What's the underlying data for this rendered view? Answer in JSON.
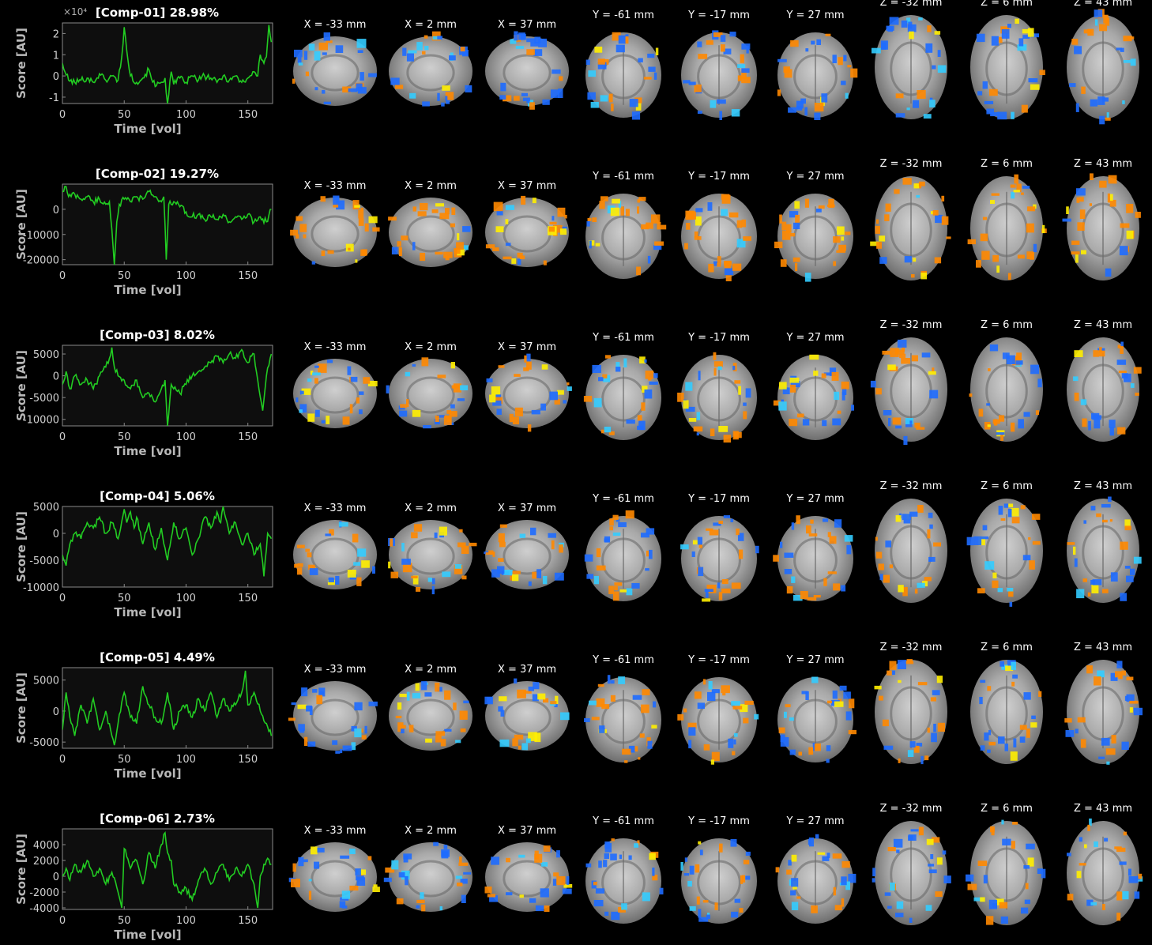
{
  "figure": {
    "xlabel": "Time [vol]",
    "ylabel": "Score [AU]",
    "xticks": [
      "0",
      "50",
      "100",
      "150"
    ],
    "line_color": "#22cc22",
    "sagittal_labels": [
      "X = -33 mm",
      "X = 2 mm",
      "X = 37 mm"
    ],
    "coronal_labels": [
      "Y = -61 mm",
      "Y = -17 mm",
      "Y = 27 mm"
    ],
    "axial_labels": [
      "Z = -32 mm",
      "Z = 6 mm",
      "Z = 43 mm"
    ],
    "colors": {
      "positive": "#ff8800",
      "positive_peak": "#ffee00",
      "negative": "#1e6bff",
      "negative_peak": "#33ccff",
      "brain": "#9a9a9a"
    }
  },
  "chart_data": [
    {
      "type": "line",
      "title": "[Comp-01] 28.98%",
      "xlabel": "Time [vol]",
      "ylabel": "Score [AU]",
      "y_exponent": "×10⁴",
      "xlim": [
        0,
        170
      ],
      "ylim": [
        -1.3,
        2.5
      ],
      "yticks": [
        -1,
        0,
        1,
        2
      ],
      "ytick_labels": [
        "-1",
        "0",
        "1",
        "2"
      ],
      "x": [
        0,
        2,
        5,
        10,
        15,
        20,
        25,
        30,
        35,
        40,
        45,
        48,
        50,
        52,
        55,
        60,
        65,
        70,
        75,
        80,
        83,
        85,
        88,
        90,
        95,
        100,
        105,
        110,
        115,
        120,
        125,
        130,
        135,
        140,
        145,
        150,
        155,
        158,
        160,
        163,
        165,
        167,
        169
      ],
      "values": [
        0.6,
        0.2,
        -0.2,
        -0.3,
        -0.2,
        -0.1,
        -0.3,
        0.1,
        -0.2,
        0.0,
        -0.2,
        0.9,
        2.3,
        1.2,
        0.0,
        -0.3,
        -0.1,
        0.3,
        -0.5,
        -0.3,
        -0.1,
        -1.3,
        0.2,
        -0.4,
        -0.1,
        -0.3,
        0.0,
        -0.2,
        0.0,
        -0.1,
        -0.3,
        0.0,
        -0.2,
        0.0,
        -0.3,
        -0.1,
        0.2,
        0.0,
        1.0,
        0.6,
        0.9,
        2.4,
        1.6
      ]
    },
    {
      "type": "line",
      "title": "[Comp-02] 19.27%",
      "xlabel": "Time [vol]",
      "ylabel": "Score [AU]",
      "xlim": [
        0,
        170
      ],
      "ylim": [
        -22000,
        10000
      ],
      "yticks": [
        -20000,
        -10000,
        0
      ],
      "ytick_labels": [
        "-20000",
        "-10000",
        "0"
      ],
      "x": [
        0,
        3,
        5,
        10,
        15,
        20,
        25,
        30,
        35,
        38,
        40,
        42,
        44,
        46,
        50,
        55,
        60,
        65,
        70,
        75,
        80,
        82,
        84,
        86,
        90,
        95,
        100,
        105,
        110,
        115,
        120,
        125,
        130,
        135,
        140,
        145,
        150,
        155,
        160,
        165,
        169
      ],
      "values": [
        7000,
        9000,
        5000,
        6000,
        4000,
        5000,
        3000,
        4000,
        2000,
        3000,
        -8000,
        -22000,
        -5000,
        2000,
        4000,
        3000,
        5000,
        4000,
        7000,
        5000,
        3000,
        5000,
        -20000,
        2000,
        3000,
        1000,
        -1000,
        -3000,
        -2000,
        -4000,
        -3000,
        -4000,
        -2000,
        -5000,
        -3000,
        -4000,
        -2000,
        -5000,
        -3000,
        -5000,
        0
      ]
    },
    {
      "type": "line",
      "title": "[Comp-03] 8.02%",
      "xlabel": "Time [vol]",
      "ylabel": "Score [AU]",
      "xlim": [
        0,
        170
      ],
      "ylim": [
        -11500,
        7000
      ],
      "yticks": [
        -10000,
        -5000,
        0,
        5000
      ],
      "ytick_labels": [
        "-10000",
        "-5000",
        "0",
        "5000"
      ],
      "x": [
        0,
        3,
        6,
        10,
        15,
        20,
        25,
        30,
        35,
        38,
        40,
        42,
        45,
        50,
        55,
        60,
        65,
        70,
        75,
        80,
        83,
        85,
        88,
        90,
        95,
        100,
        105,
        110,
        115,
        120,
        125,
        130,
        135,
        140,
        145,
        150,
        155,
        158,
        162,
        165,
        169
      ],
      "values": [
        -2000,
        1000,
        -3000,
        0,
        -2000,
        -1000,
        -3000,
        0,
        2000,
        4000,
        6500,
        2000,
        0,
        -1000,
        -3000,
        -1000,
        -5000,
        -4000,
        -6000,
        -3000,
        -1000,
        -11500,
        -2000,
        -3000,
        -4000,
        -2000,
        0,
        1000,
        2000,
        3000,
        4500,
        3000,
        5000,
        4000,
        6000,
        3000,
        5000,
        -1000,
        -8000,
        0,
        5000
      ]
    },
    {
      "type": "line",
      "title": "[Comp-04] 5.06%",
      "xlabel": "Time [vol]",
      "ylabel": "Score [AU]",
      "xlim": [
        0,
        170
      ],
      "ylim": [
        -10000,
        5000
      ],
      "yticks": [
        -10000,
        -5000,
        0,
        5000
      ],
      "ytick_labels": [
        "-10000",
        "-5000",
        "0",
        "5000"
      ],
      "x": [
        0,
        3,
        6,
        10,
        15,
        20,
        25,
        30,
        35,
        40,
        45,
        50,
        52,
        55,
        58,
        60,
        65,
        70,
        75,
        80,
        85,
        90,
        95,
        100,
        105,
        110,
        115,
        120,
        125,
        128,
        130,
        135,
        140,
        145,
        150,
        155,
        160,
        163,
        166,
        169
      ],
      "values": [
        -4000,
        -6000,
        -2000,
        0,
        -1000,
        2000,
        1000,
        3000,
        0,
        2000,
        -1000,
        4500,
        2000,
        4000,
        1000,
        3000,
        -2000,
        2000,
        -3000,
        1000,
        -5000,
        2000,
        -1000,
        1000,
        -4000,
        -1000,
        3000,
        1000,
        4000,
        2000,
        5000,
        0,
        2000,
        -2000,
        0,
        -4000,
        -2000,
        -8000,
        0,
        -1000
      ]
    },
    {
      "type": "line",
      "title": "[Comp-05] 4.49%",
      "xlabel": "Time [vol]",
      "ylabel": "Score [AU]",
      "xlim": [
        0,
        170
      ],
      "ylim": [
        -6000,
        7000
      ],
      "yticks": [
        -5000,
        0,
        5000
      ],
      "ytick_labels": [
        "-5000",
        "0",
        "5000"
      ],
      "x": [
        0,
        3,
        6,
        10,
        15,
        20,
        25,
        30,
        35,
        40,
        42,
        45,
        50,
        55,
        60,
        65,
        70,
        75,
        80,
        85,
        90,
        95,
        100,
        105,
        110,
        115,
        120,
        125,
        130,
        135,
        140,
        145,
        148,
        150,
        155,
        160,
        165,
        169
      ],
      "values": [
        -3000,
        3000,
        -1000,
        -4000,
        1000,
        -2000,
        2000,
        -3000,
        0,
        -4000,
        -5500,
        -2000,
        3000,
        -1000,
        -2000,
        4000,
        1000,
        -1000,
        -2000,
        3000,
        -3000,
        0,
        1000,
        -1000,
        2000,
        0,
        3000,
        -1000,
        2000,
        0,
        1000,
        3000,
        6500,
        1000,
        3000,
        0,
        -2000,
        -4000
      ]
    },
    {
      "type": "line",
      "title": "[Comp-06] 2.73%",
      "xlabel": "Time [vol]",
      "ylabel": "Score [AU]",
      "xlim": [
        0,
        170
      ],
      "ylim": [
        -4200,
        6000
      ],
      "yticks": [
        -4000,
        -2000,
        0,
        2000,
        4000
      ],
      "ytick_labels": [
        "-4000",
        "-2000",
        "0",
        "2000",
        "4000"
      ],
      "x": [
        0,
        3,
        6,
        10,
        15,
        20,
        25,
        30,
        35,
        40,
        45,
        48,
        50,
        55,
        60,
        65,
        70,
        75,
        80,
        83,
        85,
        88,
        90,
        95,
        100,
        105,
        110,
        115,
        120,
        125,
        130,
        135,
        140,
        145,
        150,
        155,
        158,
        160,
        165,
        169
      ],
      "values": [
        0,
        1000,
        -500,
        1500,
        500,
        2000,
        0,
        1000,
        -1000,
        500,
        -2000,
        -4000,
        3500,
        1000,
        2000,
        -1000,
        3000,
        1000,
        4000,
        5500,
        3000,
        2000,
        -1000,
        -2000,
        -1500,
        -3000,
        -500,
        1000,
        -1000,
        500,
        1500,
        -500,
        1000,
        0,
        1500,
        -1000,
        -4000,
        0,
        2000,
        1500
      ]
    }
  ]
}
